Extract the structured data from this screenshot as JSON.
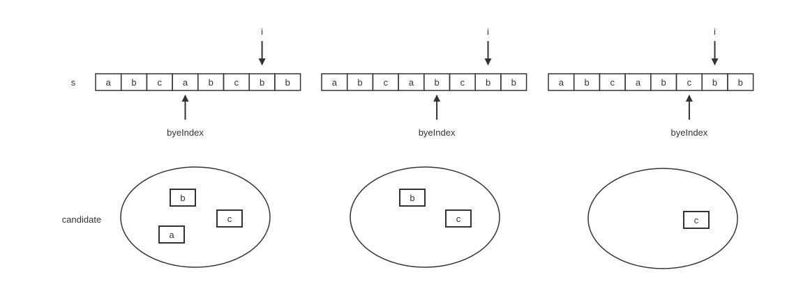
{
  "labels": {
    "string_label": "s",
    "candidate_label": "candidate",
    "pointer_i": "i",
    "pointer_bye": "byeIndex"
  },
  "colors": {
    "stroke": "#333333",
    "text": "#333333",
    "background": "#ffffff"
  },
  "panels": [
    {
      "cells": [
        "a",
        "b",
        "c",
        "a",
        "b",
        "c",
        "b",
        "b"
      ],
      "i_index": 6,
      "bye_index": 3,
      "candidates": [
        "b",
        "c",
        "a"
      ]
    },
    {
      "cells": [
        "a",
        "b",
        "c",
        "a",
        "b",
        "c",
        "b",
        "b"
      ],
      "i_index": 6,
      "bye_index": 4,
      "candidates": [
        "b",
        "c"
      ]
    },
    {
      "cells": [
        "a",
        "b",
        "c",
        "a",
        "b",
        "c",
        "b",
        "b"
      ],
      "i_index": 6,
      "bye_index": 5,
      "candidates": [
        "c"
      ]
    }
  ]
}
